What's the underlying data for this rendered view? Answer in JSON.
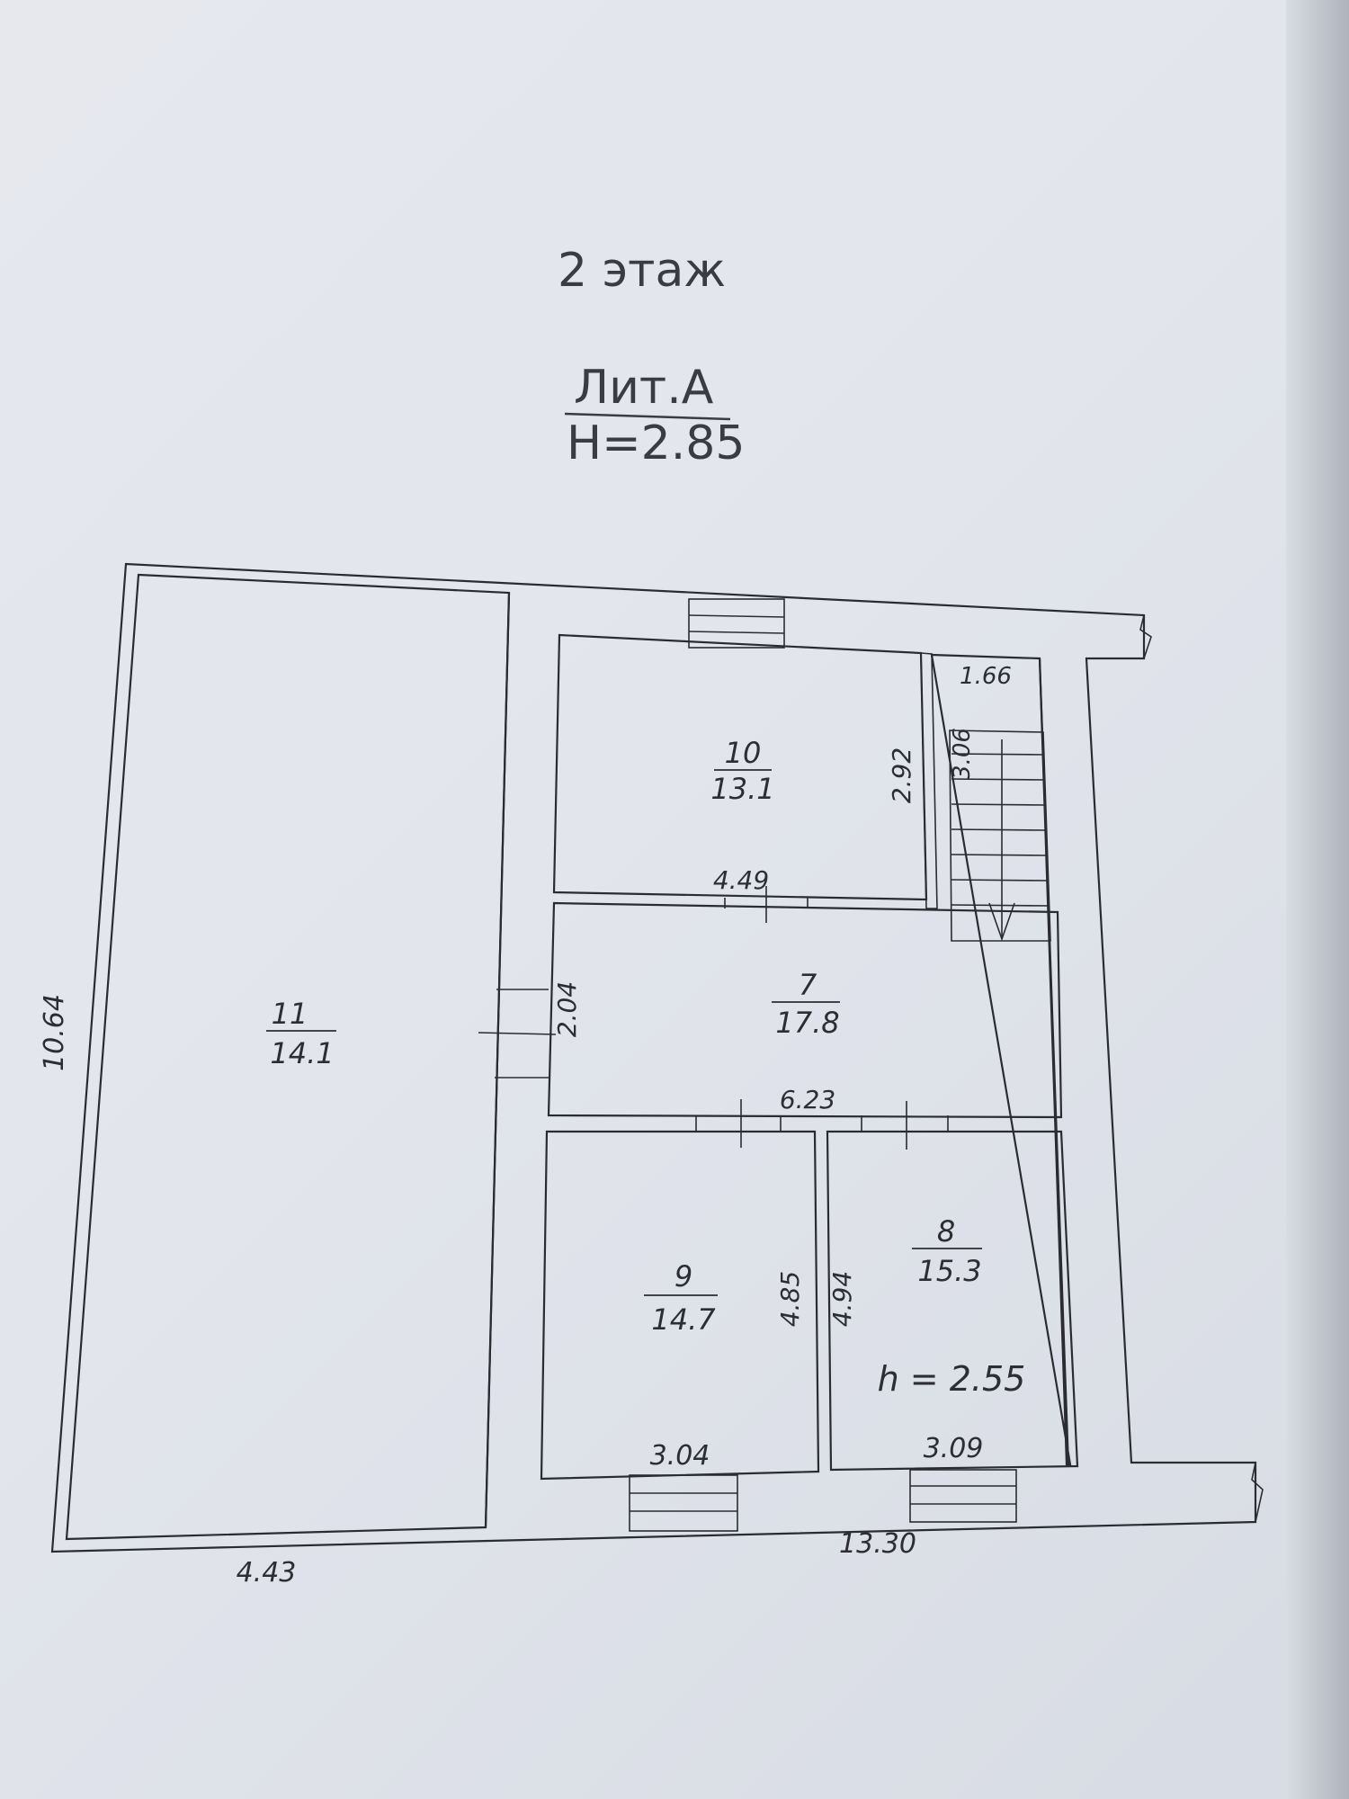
{
  "header": {
    "floor": "2 этаж",
    "litera": "Лит.А",
    "height": "H=2.85"
  },
  "rooms": [
    {
      "number": "11",
      "area": "14.1"
    },
    {
      "number": "10",
      "area": "13.1"
    },
    {
      "number": "7",
      "area": "17.8"
    },
    {
      "number": "9",
      "area": "14.7"
    },
    {
      "number": "8",
      "area": "15.3"
    }
  ],
  "dimensions": {
    "overall_height": "10.64",
    "overall_width": "13.30",
    "room11_width": "4.43",
    "room10_width": "4.49",
    "room10_height": "2.92",
    "stair_width": "1.66",
    "stair_length": "3.06",
    "room7_height": "2.04",
    "room7_width": "6.23",
    "room9_height": "4.85",
    "room8_height": "4.94",
    "room9_width": "3.04",
    "room8_width": "3.09"
  },
  "room8_ceiling": "h = 2.55"
}
